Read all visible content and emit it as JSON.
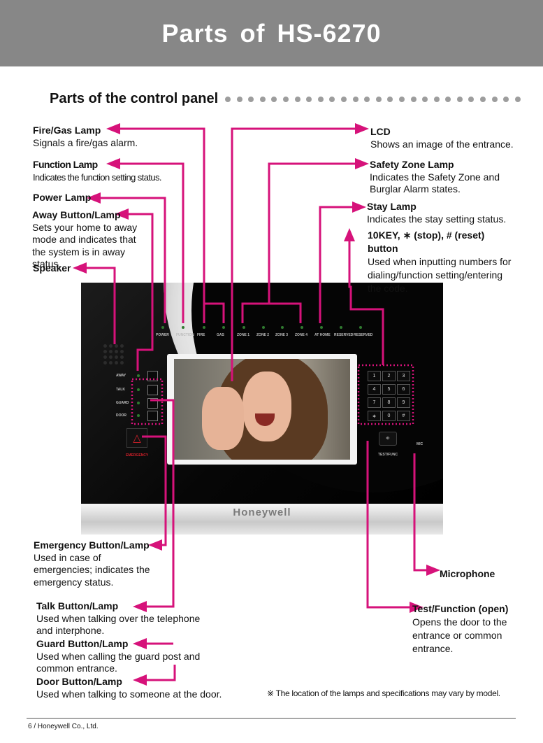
{
  "header": {
    "title": "Parts of  HS-6270"
  },
  "section": {
    "title": "Parts of the control panel"
  },
  "labels": {
    "fire_gas": {
      "title": "Fire/Gas Lamp",
      "desc": "Signals a fire/gas alarm."
    },
    "function": {
      "title": "Function Lamp",
      "desc": "Indicates the function setting status."
    },
    "power": {
      "title": "Power Lamp"
    },
    "away": {
      "title": "Away Button/Lamp",
      "desc": "Sets your home to away mode and indicates that the system is in away status."
    },
    "speaker": {
      "title": "Speaker"
    },
    "lcd": {
      "title": "LCD",
      "desc": "Shows an image of the entrance."
    },
    "safety_zone": {
      "title": "Safety Zone Lamp",
      "desc": "Indicates the Safety Zone and Burglar Alarm states."
    },
    "stay": {
      "title": "Stay Lamp",
      "desc": "Indicates the stay setting status."
    },
    "tenkey": {
      "title": "10KEY, ∗ (stop),  # (reset) button",
      "desc": "Used when inputting numbers for dialing/function setting/entering the code."
    },
    "emergency": {
      "title": "Emergency Button/Lamp",
      "desc": "Used in case of emergencies; indicates the emergency status."
    },
    "talk": {
      "title": "Talk Button/Lamp",
      "desc": "Used when talking over the telephone and interphone."
    },
    "guard": {
      "title": "Guard Button/Lamp",
      "desc": "Used when calling the guard post and common entrance."
    },
    "door": {
      "title": "Door Button/Lamp",
      "desc": "Used when talking to someone at the door."
    },
    "microphone": {
      "title": "Microphone"
    },
    "test_function": {
      "title": "Test/Function (open)",
      "desc": "Opens the door to the entrance or common entrance."
    }
  },
  "device": {
    "brand": "Honeywell",
    "lamps": [
      "POWER",
      "FUNCTION",
      "FIRE",
      "GAS",
      "ZONE 1",
      "ZONE 2",
      "ZONE 3",
      "ZONE 4",
      "AT HOME",
      "RESERVED",
      "RESERVED"
    ],
    "side_buttons": [
      "AWAY",
      "TALK",
      "GUARD",
      "DOOR"
    ],
    "emergency_label": "EMERGENCY",
    "keys": [
      "1",
      "2",
      "3",
      "4",
      "5",
      "6",
      "7",
      "8",
      "9",
      "∗",
      "0",
      "#"
    ],
    "test_button": "⎆",
    "test_label": "TEST/FUNC",
    "mic_label": "MIC"
  },
  "note": "※ The location of the lamps and specifications may vary by model.",
  "footer": {
    "text": "6  /  Honeywell Co., Ltd."
  },
  "colors": {
    "leader": "#d6127a",
    "header_bg": "#878787"
  }
}
